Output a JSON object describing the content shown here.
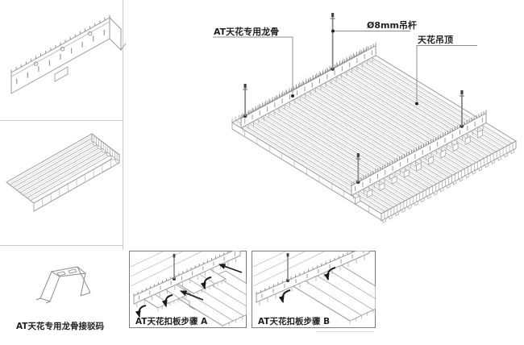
{
  "colors": {
    "background": "#ffffff",
    "line": "#9a9a9a",
    "line_dark": "#8a8a8a",
    "line_light": "#cdcdcd",
    "text": "#1f1f1f",
    "arrow": "#1a1a1a",
    "leader": "#8c8c8c",
    "divider": "#c9c9c9",
    "box_border": "#7d7d7d"
  },
  "left_column": {
    "connector_label": "AT天花专用龙骨接驳码"
  },
  "main_diagram": {
    "labels": {
      "keel": "AT天花专用龙骨",
      "hanger_rod": "Ø8mm吊杆",
      "ceiling": "天花吊顶"
    }
  },
  "steps": {
    "a": {
      "label": "AT天花扣板步骤 A"
    },
    "b": {
      "label": "AT天花扣板步骤 B"
    }
  }
}
